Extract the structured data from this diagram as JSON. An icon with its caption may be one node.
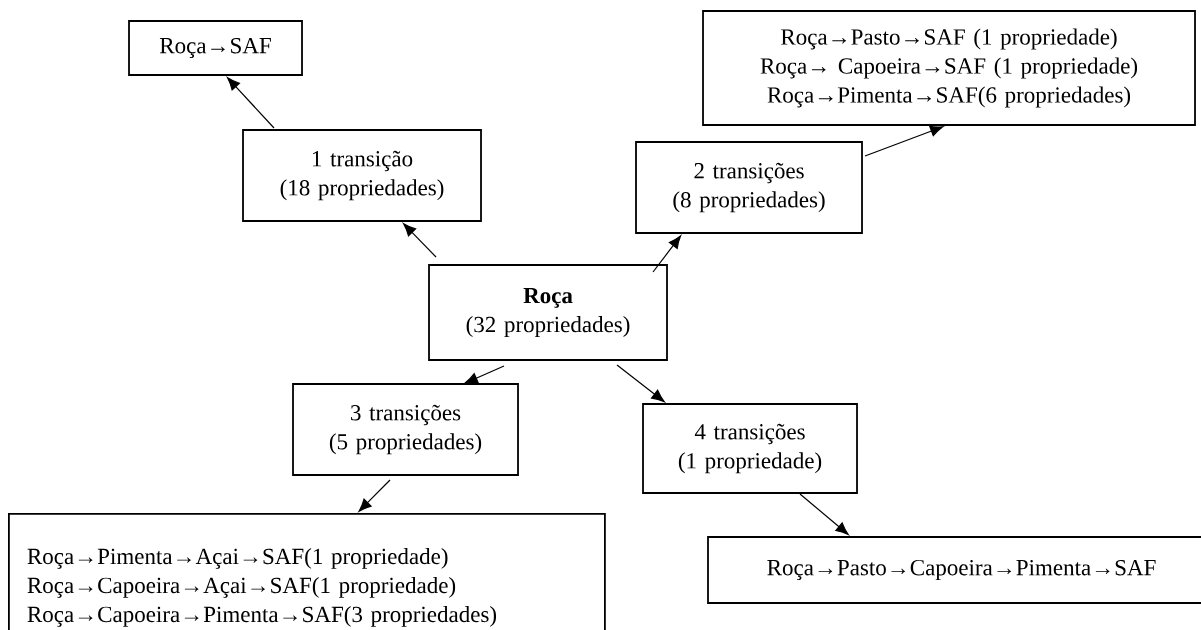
{
  "diagram": {
    "nodes": [
      {
        "text": [
          "Roça→SAF"
        ]
      },
      {
        "text": [
          "1 transição",
          "(18 propriedades)"
        ]
      },
      {
        "text": [
          "Roça→Pasto→SAF (1 propriedade)",
          "Roça→ Capoeira→SAF (1 propriedade)",
          "Roça→Pimenta→SAF(6 propriedades)"
        ]
      },
      {
        "text": [
          "2 transições",
          "(8 propriedades)"
        ]
      },
      {
        "text": [
          "Roça",
          "(32 propriedades)"
        ]
      },
      {
        "text": [
          "3 transições",
          "(5 propriedades)"
        ]
      },
      {
        "text": [
          "4 transições",
          "(1 propriedade)"
        ]
      },
      {
        "text": [
          "Roça→Pimenta→Açai→SAF(1 propriedade)",
          "Roça→Capoeira→Açai→SAF(1 propriedade)",
          "Roça→Capoeira→Pimenta→SAF(3 propriedades)"
        ]
      },
      {
        "text": [
          "Roça→Pasto→Capoeira→Pimenta→SAF"
        ]
      }
    ],
    "edges": [
      {
        "from": 4,
        "to": 1,
        "arrow": "to"
      },
      {
        "from": 1,
        "to": 0,
        "arrow": "to"
      },
      {
        "from": 4,
        "to": 3,
        "arrow": "to"
      },
      {
        "from": 3,
        "to": 2,
        "arrow": "to"
      },
      {
        "from": 4,
        "to": 5,
        "arrow": "to"
      },
      {
        "from": 5,
        "to": 7,
        "arrow": "to"
      },
      {
        "from": 4,
        "to": 6,
        "arrow": "to"
      },
      {
        "from": 6,
        "to": 8,
        "arrow": "to"
      }
    ]
  }
}
